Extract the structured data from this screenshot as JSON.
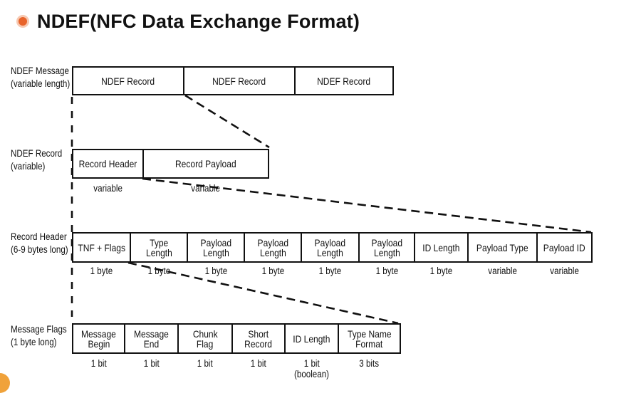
{
  "title": "NDEF(NFC Data Exchange Format)",
  "rows": {
    "message": {
      "label": [
        "NDEF Message",
        "(variable length)"
      ],
      "cells": [
        "NDEF Record",
        "NDEF Record",
        "NDEF Record"
      ]
    },
    "record": {
      "label": [
        "NDEF Record",
        "(variable)"
      ],
      "cells": [
        "Record Header",
        "Record Payload"
      ],
      "subs": [
        "variable",
        "variable"
      ]
    },
    "header": {
      "label": [
        "Record Header",
        "(6-9 bytes long)"
      ],
      "cells": [
        [
          "TNF + Flags"
        ],
        [
          "Type",
          "Length"
        ],
        [
          "Payload",
          "Length"
        ],
        [
          "Payload",
          "Length"
        ],
        [
          "Payload",
          "Length"
        ],
        [
          "Payload",
          "Length"
        ],
        [
          "ID Length"
        ],
        [
          "Payload Type"
        ],
        [
          "Payload ID"
        ]
      ],
      "subs": [
        "1 byte",
        "1 byte",
        "1 byte",
        "1 byte",
        "1 byte",
        "1 byte",
        "1 byte",
        "variable",
        "variable"
      ]
    },
    "flags": {
      "label": [
        "Message Flags",
        "(1 byte long)"
      ],
      "cells": [
        [
          "Message",
          "Begin"
        ],
        [
          "Message",
          "End"
        ],
        [
          "Chunk",
          "Flag"
        ],
        [
          "Short",
          "Record"
        ],
        [
          "ID Length"
        ],
        [
          "Type Name",
          "Format"
        ]
      ],
      "subs": [
        [
          "1 bit"
        ],
        [
          "1 bit"
        ],
        [
          "1 bit"
        ],
        [
          "1 bit"
        ],
        [
          "1 bit",
          "(boolean)"
        ],
        [
          "3 bits"
        ]
      ]
    }
  },
  "colors": {
    "bullet": "#e8632a",
    "bullet_glow": "#f7c9b2",
    "corner": "#f0a23a",
    "stroke": "#111111"
  }
}
